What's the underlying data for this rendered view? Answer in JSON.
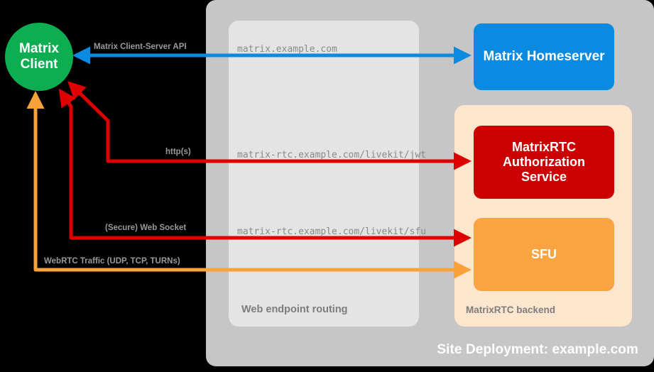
{
  "diagram": {
    "title": "Site Deployment: example.com",
    "background": "#000000"
  },
  "containers": {
    "site_deployment": {
      "label": "Site Deployment: example.com",
      "color": "#c6c6c6"
    },
    "web_endpoint_routing": {
      "label": "Web endpoint routing",
      "color": "#e4e4e4"
    },
    "matrixrtc_backend": {
      "label": "MatrixRTC backend",
      "color": "#fde5ce"
    }
  },
  "nodes": {
    "client": {
      "line1": "Matrix",
      "line2": "Client",
      "color": "#0dad52",
      "shape": "circle"
    },
    "homeserver": {
      "label": "Matrix Homeserver",
      "color": "#0a8ae0",
      "shape": "rounded-rect"
    },
    "auth_service": {
      "line1": "MatrixRTC",
      "line2": "Authorization",
      "line3": "Service",
      "color": "#cc0000",
      "shape": "rounded-rect"
    },
    "sfu": {
      "label": "SFU",
      "color": "#f9a341",
      "shape": "rounded-rect"
    }
  },
  "edges": [
    {
      "id": "client-server-api",
      "label": "Matrix Client-Server API",
      "endpoint": "matrix.example.com",
      "color": "#0a8ae0",
      "direction": "bidirectional",
      "from": "client",
      "to": "homeserver"
    },
    {
      "id": "jwt-http",
      "label": "http(s)",
      "endpoint": "matrix-rtc.example.com/livekit/jwt",
      "color": "#dd0000",
      "direction": "bidirectional",
      "from": "client",
      "to": "auth_service"
    },
    {
      "id": "sfu-websocket",
      "label": "(Secure) Web Socket",
      "endpoint": "matrix-rtc.example.com/livekit/sfu",
      "color": "#dd0000",
      "direction": "bidirectional",
      "from": "client",
      "to": "sfu"
    },
    {
      "id": "webrtc-traffic",
      "label": "WebRTC Traffic (UDP, TCP, TURNs)",
      "endpoint": "",
      "color": "#f9a13a",
      "direction": "bidirectional",
      "from": "client",
      "to": "sfu"
    }
  ]
}
